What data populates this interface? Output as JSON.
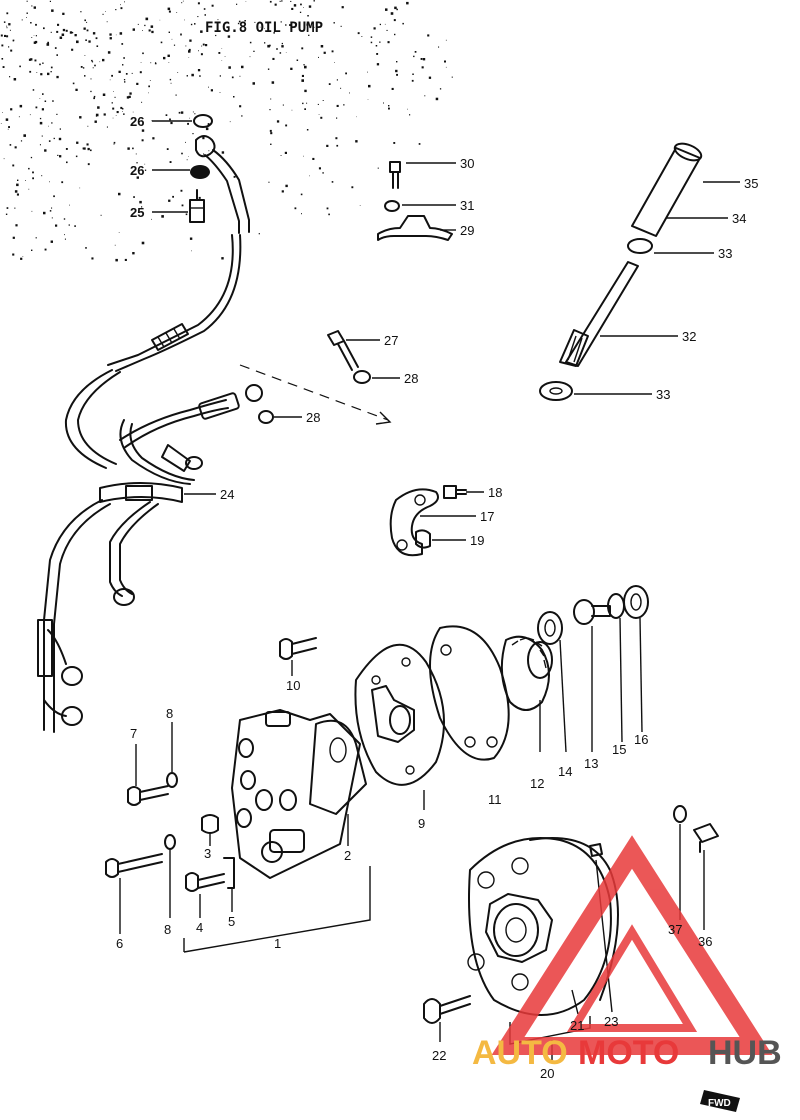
{
  "figure": {
    "title": "FIG.8  OIL PUMP",
    "fwd_mark": "FWD"
  },
  "watermark": {
    "text_a": "AUTO",
    "text_b": "MOTO",
    "text_c": "HUB",
    "color_a": "#f4b942",
    "color_b": "#e8393a",
    "color_c": "#555555",
    "logo_color": "#e8393a"
  },
  "parts": [
    {
      "id": "p1",
      "label": "1"
    },
    {
      "id": "p2",
      "label": "2"
    },
    {
      "id": "p3",
      "label": "3"
    },
    {
      "id": "p4",
      "label": "4"
    },
    {
      "id": "p5",
      "label": "5"
    },
    {
      "id": "p6",
      "label": "6"
    },
    {
      "id": "p7",
      "label": "7"
    },
    {
      "id": "p8a",
      "label": "8"
    },
    {
      "id": "p8b",
      "label": "8"
    },
    {
      "id": "p9",
      "label": "9"
    },
    {
      "id": "p10",
      "label": "10"
    },
    {
      "id": "p11",
      "label": "11"
    },
    {
      "id": "p12",
      "label": "12"
    },
    {
      "id": "p13",
      "label": "13"
    },
    {
      "id": "p14",
      "label": "14"
    },
    {
      "id": "p15",
      "label": "15"
    },
    {
      "id": "p16",
      "label": "16"
    },
    {
      "id": "p17",
      "label": "17"
    },
    {
      "id": "p18",
      "label": "18"
    },
    {
      "id": "p19",
      "label": "19"
    },
    {
      "id": "p20",
      "label": "20"
    },
    {
      "id": "p21",
      "label": "21"
    },
    {
      "id": "p22",
      "label": "22"
    },
    {
      "id": "p23",
      "label": "23"
    },
    {
      "id": "p24",
      "label": "24"
    },
    {
      "id": "p25",
      "label": "25"
    },
    {
      "id": "p26a",
      "label": "26"
    },
    {
      "id": "p26b",
      "label": "26"
    },
    {
      "id": "p27",
      "label": "27"
    },
    {
      "id": "p28a",
      "label": "28"
    },
    {
      "id": "p28b",
      "label": "28"
    },
    {
      "id": "p29",
      "label": "29"
    },
    {
      "id": "p30",
      "label": "30"
    },
    {
      "id": "p31",
      "label": "31"
    },
    {
      "id": "p32",
      "label": "32"
    },
    {
      "id": "p33a",
      "label": "33"
    },
    {
      "id": "p33b",
      "label": "33"
    },
    {
      "id": "p34",
      "label": "34"
    },
    {
      "id": "p35",
      "label": "35"
    },
    {
      "id": "p36",
      "label": "36"
    },
    {
      "id": "p37",
      "label": "37"
    }
  ]
}
